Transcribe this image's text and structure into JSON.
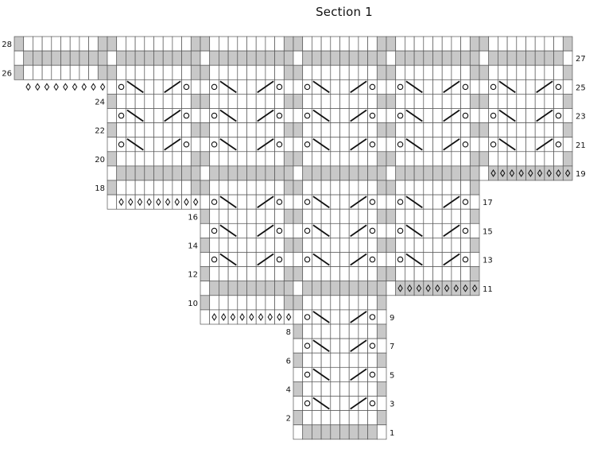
{
  "title": "Section 1",
  "symbols": {
    "yarn_over": "O",
    "right_slant": "/",
    "left_slant": "\\",
    "diamond": "◊",
    "shaded": "purl / no-stitch shading"
  },
  "colors": {
    "shaded_cell": "#c8c8c8",
    "grid_line": "#555555",
    "background": "#ffffff"
  },
  "row_numbers": [
    "28",
    "27",
    "26",
    "25",
    "24",
    "23",
    "22",
    "21",
    "20",
    "19",
    "18",
    "17",
    "16",
    "15",
    "14",
    "13",
    "12",
    "11",
    "10",
    "9",
    "8",
    "7",
    "6",
    "5",
    "4",
    "3",
    "2",
    "1"
  ]
}
